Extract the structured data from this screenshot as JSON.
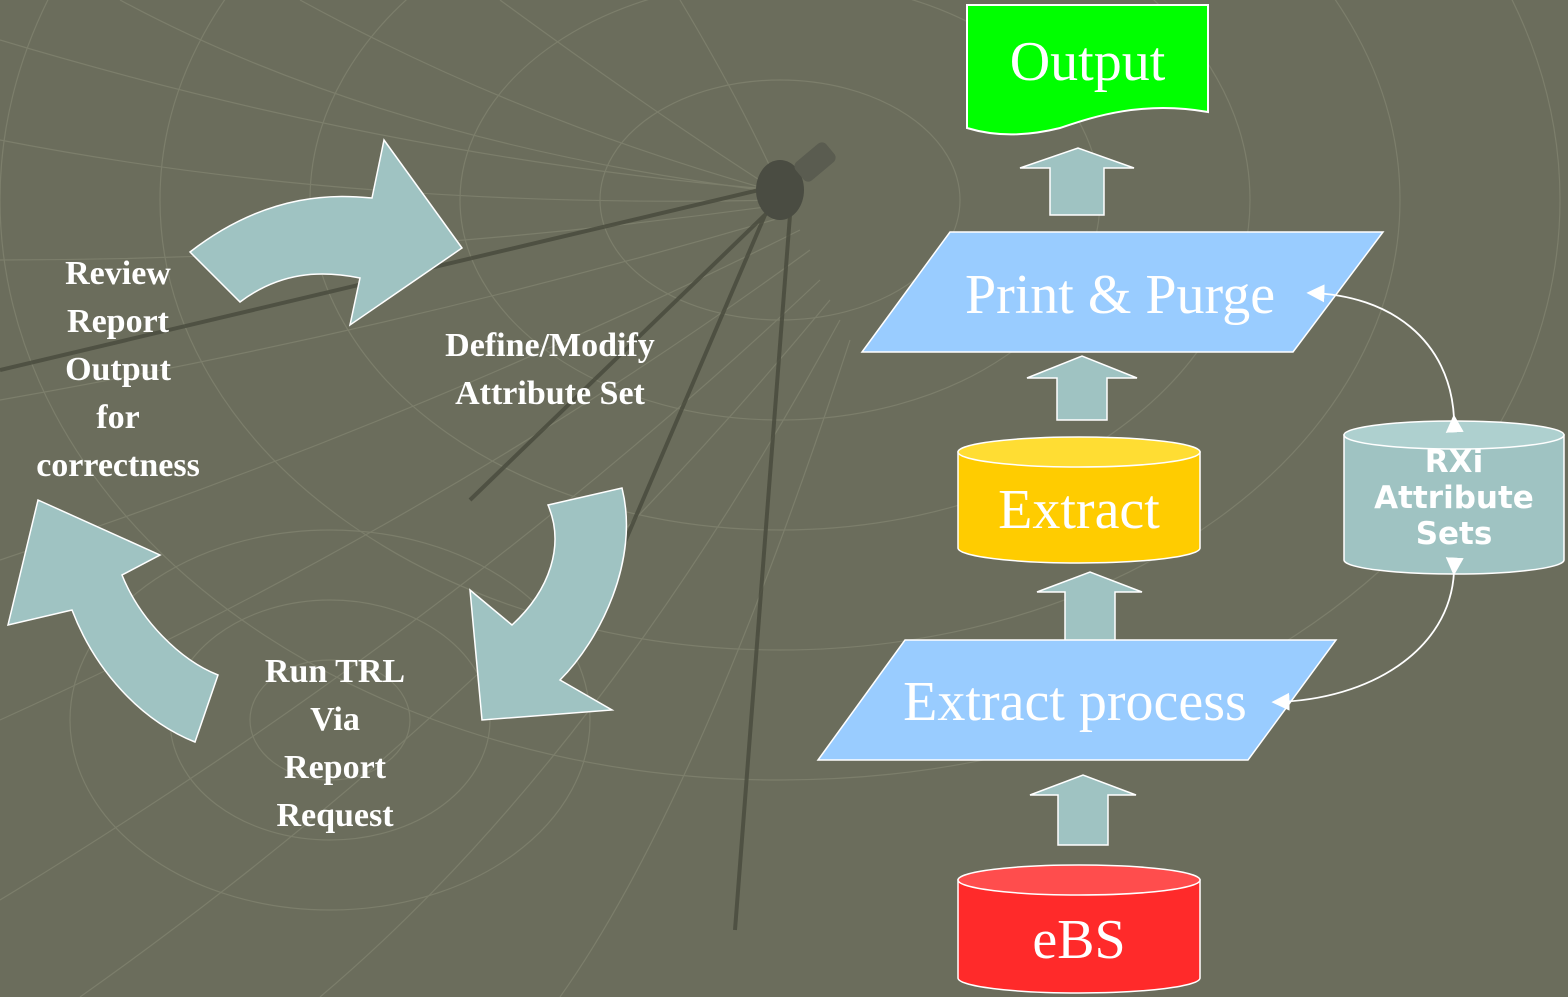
{
  "cycle": {
    "define_label": "Define/Modify\nAttribute Set",
    "run_label": "Run TRL\nVia\nReport\nRequest",
    "review_label": "Review\nReport\nOutput\nfor\ncorrectness"
  },
  "flow": {
    "output": "Output",
    "print_purge": "Print & Purge",
    "extract": "Extract",
    "extract_process": "Extract process",
    "ebs": "eBS",
    "rxi_sets": "RXi\nAttribute\nSets"
  },
  "colors": {
    "background": "#6b6d5c",
    "cycle_arrow": "#9fc3c2",
    "flow_arrow": "#9fc3c2",
    "output": "#00ff00",
    "parallelogram": "#99ccff",
    "extract_cylinder": "#ffcc00",
    "ebs_cylinder": "#ff2a2a",
    "rxi_cylinder": "#9fc3c2"
  }
}
